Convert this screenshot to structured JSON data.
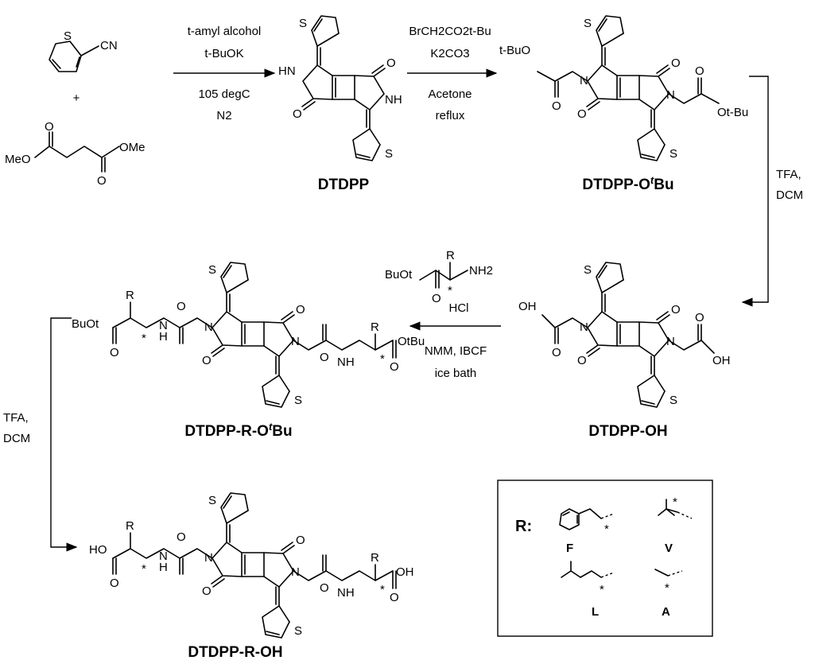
{
  "compounds": {
    "dtdpp": "DTDPP",
    "dtdpp_otbu": "DTDPP-O",
    "dtdpp_oh": "DTDPP-OH",
    "dtdpp_r_otbu": "DTDPP-R-O",
    "dtdpp_r_oh": "DTDPP-R-OH",
    "tbu_superscript": "t",
    "bu_suffix": "Bu"
  },
  "reactants": {
    "plus": "+",
    "nitrile_label": "CN",
    "s": "S",
    "meo": "MeO",
    "ome": "OMe",
    "o": "O"
  },
  "steps": {
    "step1": [
      "t-amyl alcohol",
      "t-BuOK",
      "105 degC",
      "N2"
    ],
    "step2": [
      "BrCH2CO2t-Bu",
      "K2CO3",
      "Acetone",
      "reflux"
    ],
    "step3": [
      "TFA,",
      "DCM"
    ],
    "step4": [
      "HCl",
      "NMM, IBCF",
      "ice bath"
    ],
    "step5": [
      "TFA,",
      "DCM"
    ]
  },
  "atoms": {
    "s": "S",
    "o": "O",
    "n": "N",
    "hn": "HN",
    "nh": "NH",
    "h": "H",
    "tbuo": "t-BuO",
    "otbu": "Ot-Bu",
    "oh": "OH",
    "ho": "HO",
    "buot": "BuOt",
    "otbu_alt": "OtBu",
    "r": "R",
    "star": "*",
    "nh2": "NH2"
  },
  "legend": {
    "title": "R:",
    "items": [
      "F",
      "V",
      "L",
      "A"
    ]
  }
}
